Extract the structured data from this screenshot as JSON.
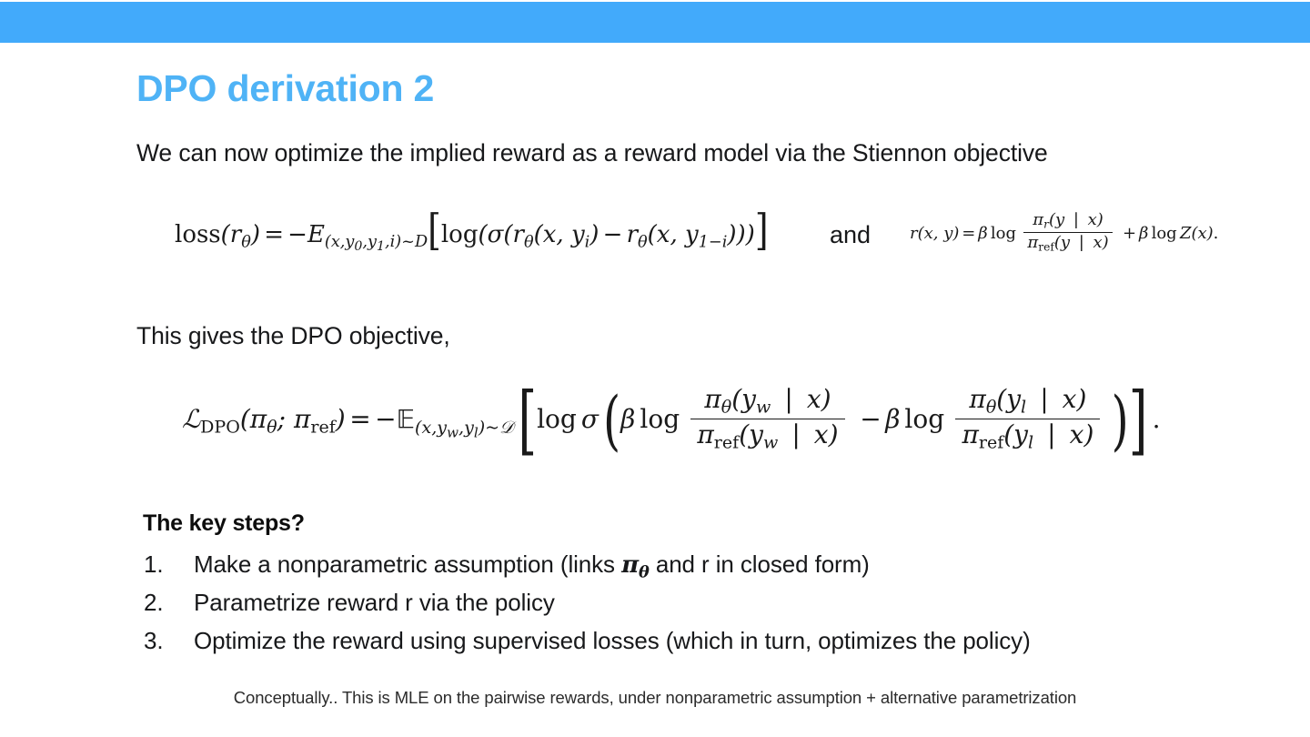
{
  "slide": {
    "title": "DPO derivation 2",
    "banner_color": "#42aafb",
    "title_color": "#4fb3f6",
    "background_color": "#ffffff",
    "body_text_color": "#17181a"
  },
  "body": {
    "lead_line": "We can now optimize the implied reward as a reward model via the Stiennon objective",
    "gives_line": "This gives the DPO objective,",
    "connector": "and"
  },
  "equations": {
    "loss": {
      "name": "stiennon-reward-model-loss",
      "plain": "loss(r_theta) = -E_{(x,y_0,y_1,i)~D}[log(sigma(r_theta(x,y_i) - r_theta(x,y_{1-i})))]",
      "lhs_fn": "loss",
      "lhs_arg": "r",
      "lhs_arg_sub": "θ",
      "equals": "=",
      "minus": "−",
      "expectation_symbol": "E",
      "expectation_sub": "(x,y₀,y₁,i)~D",
      "log": "log",
      "sigma": "σ",
      "reward_symbol": "r",
      "reward_sub": "θ",
      "arg_x": "x",
      "arg_yi": "y",
      "arg_yi_sub": "i",
      "arg_y1mi_sub": "1−i"
    },
    "implied_reward": {
      "name": "implied-reward-parametrization",
      "plain": "r(x,y) = beta log [ pi_r(y|x) / pi_ref(y|x) ] + beta log Z(x).",
      "lhs": "r",
      "lhs_args": "(x, y)",
      "equals": "=",
      "beta": "β",
      "log": "log",
      "num_pi": "π",
      "num_pi_sub": "r",
      "den_pi": "π",
      "den_pi_sub": "ref",
      "arg": "(y | x)",
      "plus": "+",
      "partition": "Z",
      "partition_arg": "(x)",
      "period": "."
    },
    "dpo": {
      "name": "dpo-objective",
      "plain": "L_DPO(pi_theta; pi_ref) = -E_{(x,y_w,y_l)~D}[ log sigma( beta log pi_theta(y_w|x)/pi_ref(y_w|x) - beta log pi_theta(y_l|x)/pi_ref(y_l|x) ) ].",
      "loss_symbol": "ℒ",
      "loss_sub": "DPO",
      "policy": "π",
      "policy_sub": "θ",
      "semicolon": ";",
      "ref_policy": "π",
      "ref_policy_sub": "ref",
      "equals": "=",
      "minus": "−",
      "expectation_symbol": "𝔼",
      "expectation_sub": "(x,yᵥᵥ,yₗ)~𝒟",
      "expectation_sub_plain": "(x,y_w,y_l)~D",
      "log": "log",
      "sigma": "σ",
      "beta": "β",
      "y_win": "y",
      "y_win_sub": "w",
      "y_lose": "y",
      "y_lose_sub": "l",
      "bar_x": "| x",
      "minus_mid": "−",
      "period": "."
    }
  },
  "key_steps": {
    "heading": "The key steps?",
    "items": [
      {
        "number": "1.",
        "text_before": "Make a nonparametric assumption (links ",
        "symbol": "π",
        "symbol_sub": "θ",
        "text_after": " and r in closed form)",
        "plain": "Make a nonparametric assumption (links πθ and r in closed form)"
      },
      {
        "number": "2.",
        "text_before": "Parametrize reward r via the policy",
        "symbol": "",
        "symbol_sub": "",
        "text_after": "",
        "plain": "Parametrize reward r via the policy"
      },
      {
        "number": "3.",
        "text_before": "Optimize the reward using supervised losses (which in turn, optimizes the policy)",
        "symbol": "",
        "symbol_sub": "",
        "text_after": "",
        "plain": "Optimize the reward using supervised losses (which in turn, optimizes the policy)"
      }
    ]
  },
  "footer": {
    "note": "Conceptually.. This is MLE on the pairwise rewards, under nonparametric assumption + alternative parametrization"
  }
}
